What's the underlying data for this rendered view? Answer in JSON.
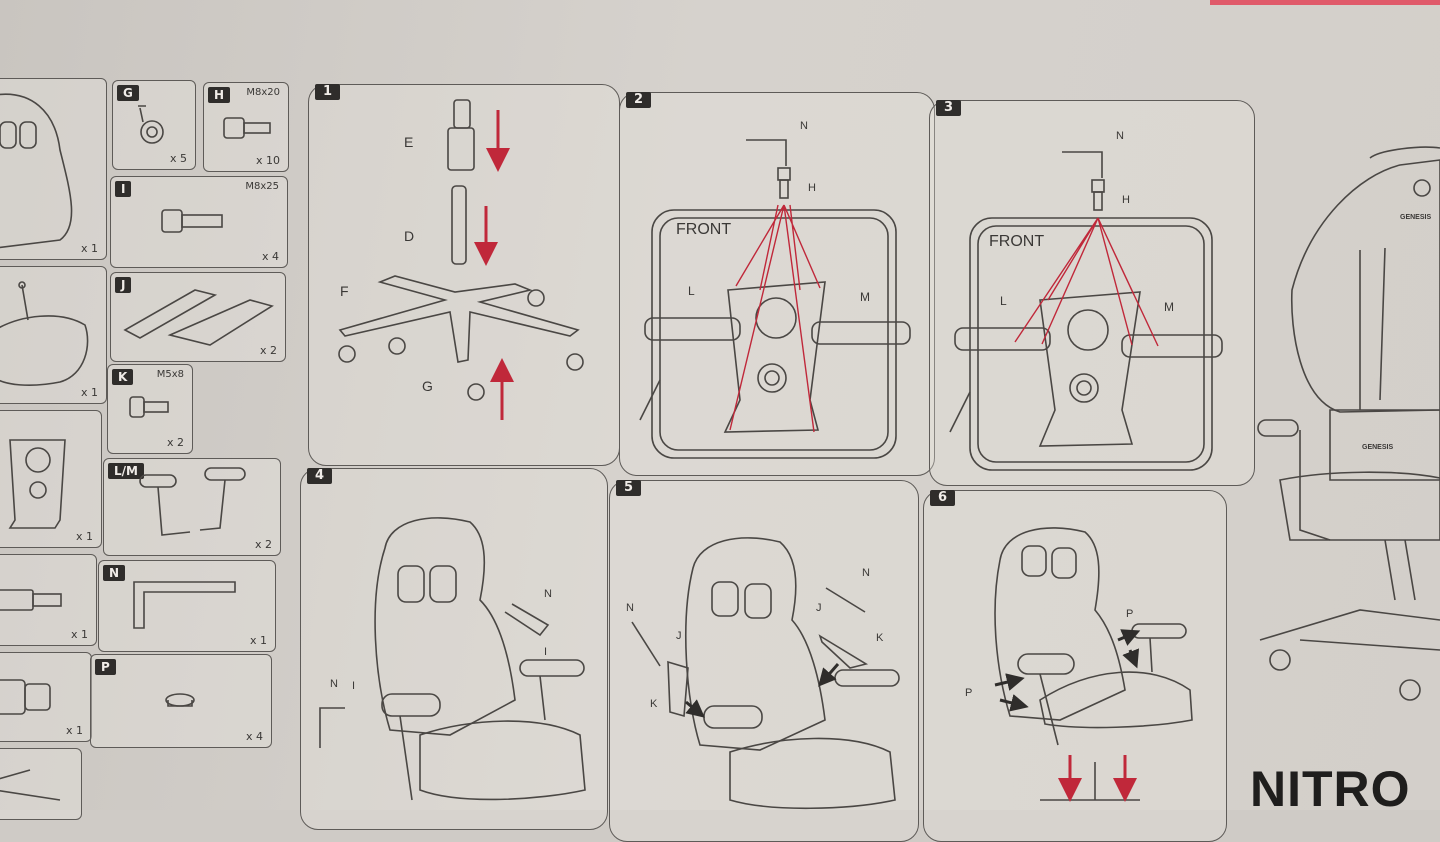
{
  "parts": [
    {
      "id": "G",
      "size": "",
      "qty": "x 5"
    },
    {
      "id": "H",
      "size": "M8x20",
      "qty": "x 10"
    },
    {
      "id": "I",
      "size": "M8x25",
      "qty": "x 4"
    },
    {
      "id": "J",
      "size": "",
      "qty": "x 2"
    },
    {
      "id": "K",
      "size": "M5x8",
      "qty": "x 2"
    },
    {
      "id": "L/M",
      "size": "",
      "qty": "x 2"
    },
    {
      "id": "N",
      "size": "",
      "qty": "x 1"
    },
    {
      "id": "P",
      "size": "",
      "qty": "x 4"
    }
  ],
  "left_qty": [
    "x 1",
    "x 1",
    "x 1",
    "x 1",
    "x 1"
  ],
  "steps": [
    {
      "num": "1",
      "labels": {
        "e": "E",
        "d": "D",
        "f": "F",
        "g": "G"
      }
    },
    {
      "num": "2",
      "front": "FRONT",
      "labels": {
        "n": "N",
        "h": "H",
        "l": "L",
        "m": "M"
      }
    },
    {
      "num": "3",
      "front": "FRONT",
      "labels": {
        "n": "N",
        "h": "H",
        "l": "L",
        "m": "M"
      }
    },
    {
      "num": "4",
      "labels": {
        "n": "N",
        "i": "I",
        "n2": "N",
        "i2": "I"
      }
    },
    {
      "num": "5",
      "labels": {
        "n": "N",
        "j": "J",
        "k": "K",
        "n2": "N",
        "j2": "J",
        "k2": "K"
      }
    },
    {
      "num": "6",
      "labels": {
        "p": "P",
        "p2": "P"
      }
    }
  ],
  "brand": {
    "logo_text": "GENESIS",
    "logo_text2": "GENESIS",
    "product": "NITRO"
  },
  "colors": {
    "line": "#4a4744",
    "arrow": "#c0283a",
    "tag": "#2f2d2b"
  }
}
